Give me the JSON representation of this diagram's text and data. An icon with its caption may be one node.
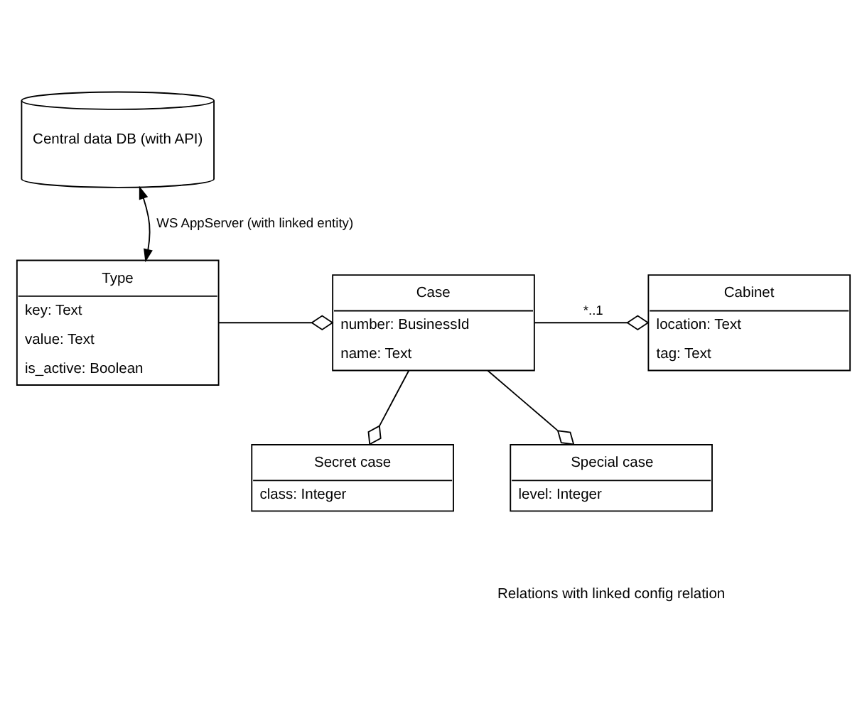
{
  "diagram": {
    "nodes": [
      {
        "text": [
          "Central data DB (with API)"
        ]
      },
      {
        "text": [
          "Type",
          "key: Text",
          "value: Text",
          "is_active: Boolean"
        ]
      },
      {
        "text": [
          "Case",
          "number: BusinessId",
          "name: Text"
        ]
      },
      {
        "text": [
          "Cabinet",
          "location: Text",
          "tag: Text"
        ]
      },
      {
        "text": [
          "Secret case",
          "class: Integer"
        ]
      },
      {
        "text": [
          "Special case",
          "level: Integer"
        ]
      }
    ],
    "edges": [
      {
        "from": 1,
        "to": 0,
        "arrow": "both",
        "label": "WS AppServer (with linked entity)"
      },
      {
        "from": 1,
        "to": 2,
        "arrow": "other"
      },
      {
        "from": 2,
        "to": 3,
        "arrow": "other",
        "label": "*..1"
      },
      {
        "from": 2,
        "to": 4,
        "arrow": "other"
      },
      {
        "from": 2,
        "to": 5,
        "arrow": "other"
      }
    ],
    "labels": [
      "Relations with linked config relation"
    ]
  }
}
